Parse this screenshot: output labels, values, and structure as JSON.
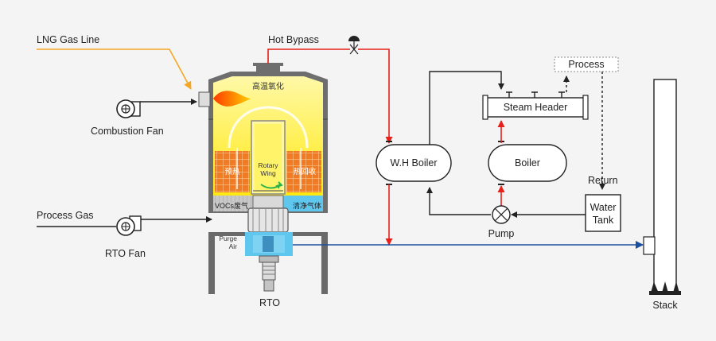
{
  "labels": {
    "lng_gas_line": "LNG Gas Line",
    "combustion_fan": "Combustion Fan",
    "process_gas": "Process Gas",
    "rto_fan": "RTO Fan",
    "rto": "RTO",
    "hot_bypass": "Hot Bypass",
    "high_temp_oxidation": "高温氧化",
    "rotary_wing_line1": "Rotary",
    "rotary_wing_line2": "Wing",
    "preheat": "预热",
    "heat_recovery": "热回收",
    "vocs_waste_gas": "VOCs废气",
    "clean_gas": "清净气体",
    "purge_air_line1": "Purge",
    "purge_air_line2": "Air",
    "wh_boiler": "W.H Boiler",
    "boiler": "Boiler",
    "steam_header": "Steam Header",
    "process": "Process",
    "return": "Return",
    "water_tank_line1": "Water",
    "water_tank_line2": "Tank",
    "pump": "Pump",
    "stack": "Stack"
  },
  "colors": {
    "lng_line": "#f5a623",
    "hot_line": "#e8201a",
    "exhaust_line": "#1a4fa0",
    "black_line": "#222222",
    "chamber_yellow": "#fff36a",
    "heat_media": "#f07b24",
    "purge_blue": "#5fc6ee",
    "vessel_gray": "#6a6a6a"
  }
}
